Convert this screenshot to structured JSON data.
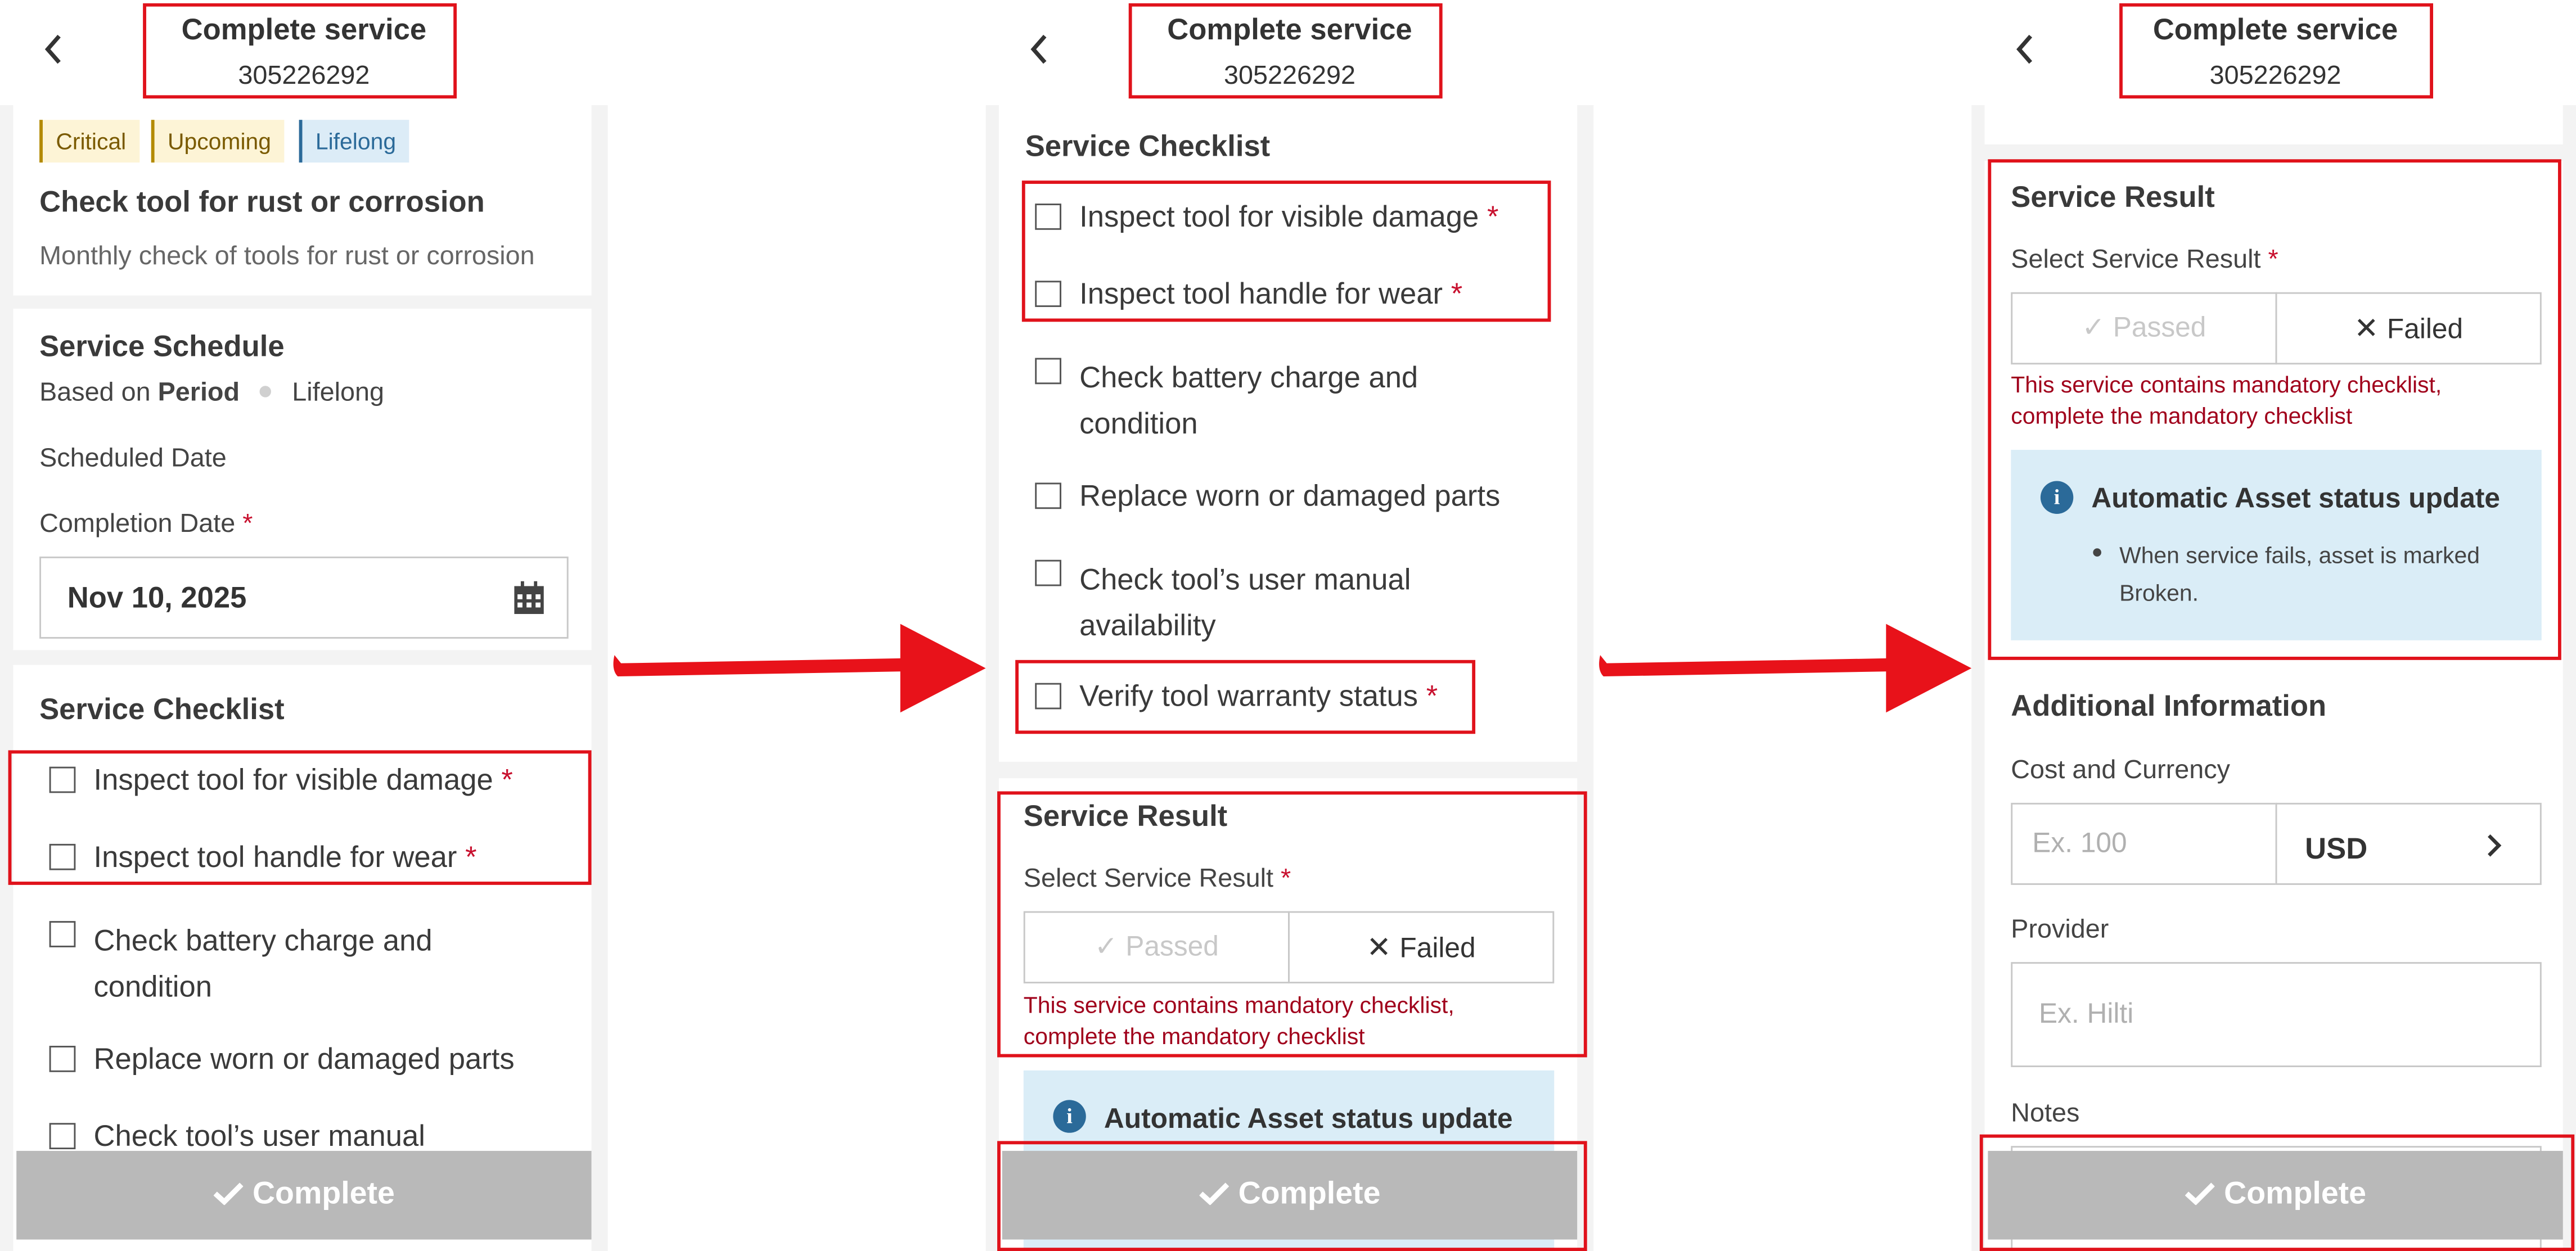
{
  "header": {
    "back_icon": "chevron-left-icon",
    "title": "Complete service",
    "service_id": "305226292"
  },
  "tags": [
    "Critical",
    "Upcoming",
    "Lifelong"
  ],
  "task": {
    "title": "Check tool for rust or corrosion",
    "description": "Monthly check of tools for rust or corrosion"
  },
  "schedule": {
    "heading": "Service Schedule",
    "based_prefix": "Based on",
    "based_value": "Period",
    "lifelong": "Lifelong",
    "scheduled_label": "Scheduled Date",
    "completion_label": "Completion Date",
    "required_mark": "*",
    "completion_value": "Nov 10, 2025",
    "calendar_icon": "calendar-icon"
  },
  "checklist": {
    "heading": "Service Checklist",
    "items": [
      {
        "label": "Inspect tool for visible damage",
        "required": "*"
      },
      {
        "label": "Inspect tool handle for wear",
        "required": "*"
      },
      {
        "label_line1": "Check battery charge and",
        "label_line2": "condition"
      },
      {
        "label": "Replace worn or damaged parts"
      },
      {
        "label_line1": "Check tool’s user manual",
        "label_line2": "availability"
      },
      {
        "label": "Verify tool warranty status",
        "required": "*"
      }
    ]
  },
  "result": {
    "heading": "Service Result",
    "select_label": "Select Service Result",
    "required_mark": "*",
    "passed": "Passed",
    "failed": "Failed",
    "error_line1": "This service contains mandatory checklist,",
    "error_line2": "complete the mandatory checklist"
  },
  "auto_update": {
    "title": "Automatic Asset status update",
    "bullet_line1": "When service fails, asset is marked",
    "bullet_line2": "Broken."
  },
  "additional": {
    "heading": "Additional Information",
    "cost_label": "Cost and Currency",
    "cost_placeholder": "Ex. 100",
    "currency": "USD",
    "provider_label": "Provider",
    "provider_placeholder": "Ex. Hilti",
    "notes_label": "Notes"
  },
  "complete_button": "Complete",
  "colors": {
    "highlight": "#e0121b",
    "required": "#c8102e",
    "button_disabled": "#b9b9b9",
    "info_bg": "#daedf7",
    "info_icon": "#2b6a99"
  }
}
